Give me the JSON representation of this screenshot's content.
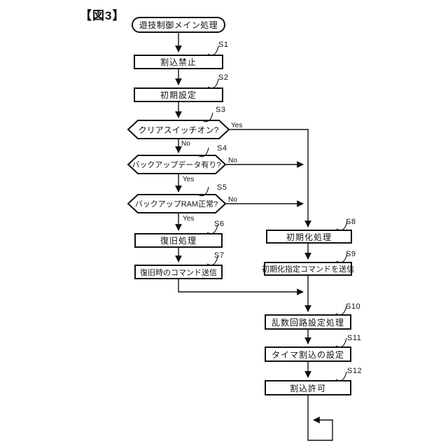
{
  "figure_label": "【図3】",
  "branch": {
    "yes": "Yes",
    "no": "No"
  },
  "flow": {
    "start": "遊技制御メイン処理",
    "s1": {
      "id": "S1",
      "label": "割込禁止"
    },
    "s2": {
      "id": "S2",
      "label": "初期設定"
    },
    "s3": {
      "id": "S3",
      "label": "クリアスイッチオン?"
    },
    "s4": {
      "id": "S4",
      "label": "バックアップデータ有り?"
    },
    "s5": {
      "id": "S5",
      "label": "バックアップRAM正常?"
    },
    "s6": {
      "id": "S6",
      "label": "復旧処理"
    },
    "s7": {
      "id": "S7",
      "label": "復旧時のコマンド送信"
    },
    "s8": {
      "id": "S8",
      "label": "初期化処理"
    },
    "s9": {
      "id": "S9",
      "label": "初期化指定コマンドを送信"
    },
    "s10": {
      "id": "S10",
      "label": "乱数回路設定処理"
    },
    "s11": {
      "id": "S11",
      "label": "タイマ割込の設定"
    },
    "s12": {
      "id": "S12",
      "label": "割込許可"
    }
  }
}
